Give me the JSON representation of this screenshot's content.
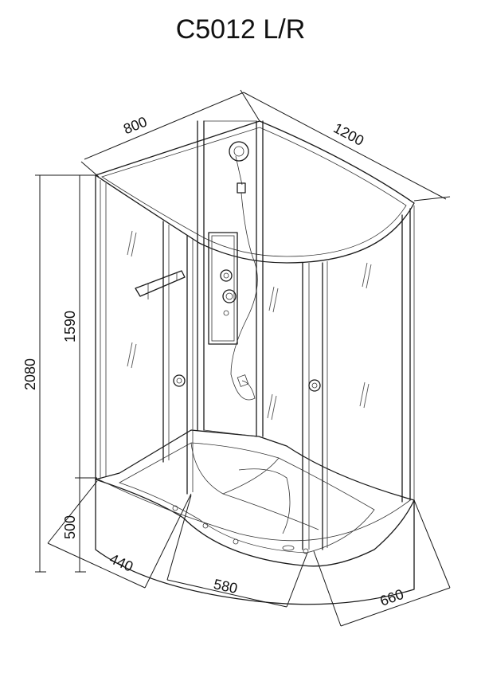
{
  "title": "C5012 L/R",
  "dimensions": {
    "width_top": "800",
    "length_top": "1200",
    "total_height": "2080",
    "cabin_height": "1590",
    "tray_height": "500",
    "tray_side": "440",
    "door_width": "580",
    "tray_front": "660"
  }
}
